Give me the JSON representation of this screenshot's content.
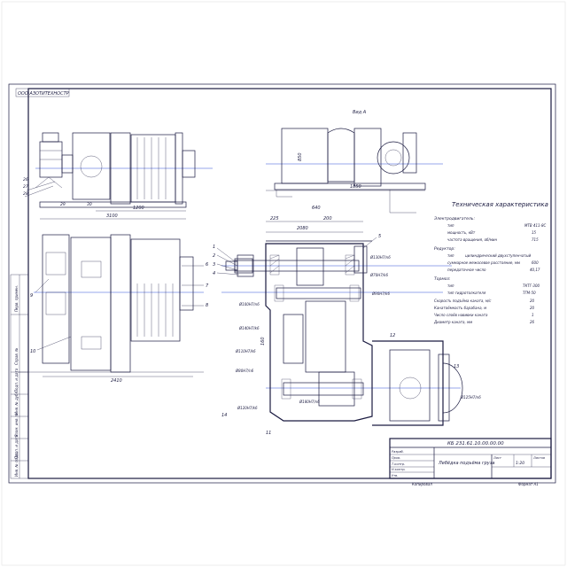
{
  "sheet": {
    "stamp_corner": "ООО АЗОТИТЕХНОСТР",
    "view_label": "Вид А",
    "doc_code": "КБ 231.61.10.00.00.00",
    "title": "Лебёдка подъёма груза",
    "scale": "1:20",
    "sheet_label": "Лист",
    "sheets_label": "Листов",
    "format_label": "Формат А1",
    "copied_label": "Копировал"
  },
  "tech": {
    "heading": "Техническая характеристика",
    "motor_heading": "Электродвигатель:",
    "motor": [
      {
        "name": "тип",
        "value": "МТВ 411-8С"
      },
      {
        "name": "мощность, кВт",
        "value": "15"
      },
      {
        "name": "частота вращения, об/мин",
        "value": "715"
      }
    ],
    "reducer_heading": "Редуктор:",
    "reducer": [
      {
        "name": "тип",
        "value": "цилиндрический двухступенчатый"
      },
      {
        "name": "суммарное межосевое расстояние, мм",
        "value": "600"
      },
      {
        "name": "передаточное число",
        "value": "40,17"
      }
    ],
    "brake_heading": "Тормоз:",
    "brake": [
      {
        "name": "тип",
        "value": "ТКТГ-300"
      },
      {
        "name": "тип гидротолкателя",
        "value": "ТГМ-50"
      },
      {
        "name": "Скорость подъёма каната, м/с",
        "value": "20"
      },
      {
        "name": "Канатоёмкость барабана, м",
        "value": "20"
      },
      {
        "name": "Число слоёв навивки каната",
        "value": "1"
      },
      {
        "name": "Диаметр каната, мм",
        "value": "26"
      }
    ]
  },
  "left_strip": [
    "Перв. примен.",
    "Справ. №",
    "Подп. и дата",
    "Инв. № дубл.",
    "Взам. инв. №",
    "Подп. и дата",
    "Инв. № подл."
  ],
  "dims": {
    "d1": "2080",
    "d2": "3100",
    "d3": "1850",
    "d4": "640",
    "d5": "850",
    "d6": "2410",
    "d7": "1200",
    "d8": "225",
    "d9": "200",
    "d10": "160"
  },
  "fits": [
    "Ø130H7/n6",
    "Ø70H7/k6",
    "Ø100H7/n6",
    "Ø140H7/k6",
    "Ø110H7/k6",
    "Ø80H7/n6",
    "Ø180H7/n6",
    "Ø120H7/k6",
    "Ø90H7/k6",
    "Ø125H7/n6"
  ],
  "positions": [
    "1",
    "2",
    "3",
    "4",
    "5",
    "6",
    "7",
    "8",
    "9",
    "10",
    "11",
    "12",
    "13",
    "14"
  ],
  "title_rows": [
    "Разраб.",
    "Пров.",
    "Т.контр.",
    "Н.контр.",
    "Утв."
  ]
}
